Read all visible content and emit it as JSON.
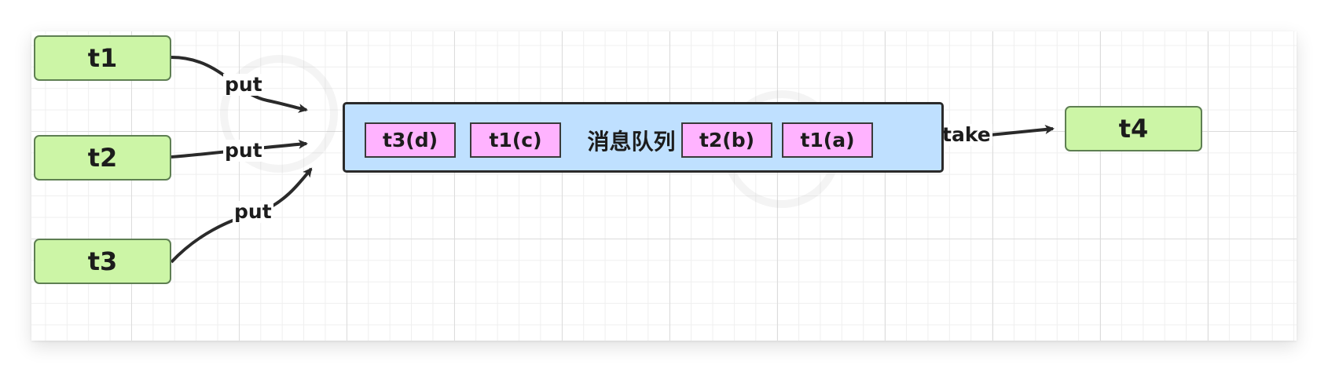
{
  "producers": [
    {
      "label": "t1"
    },
    {
      "label": "t2"
    },
    {
      "label": "t3"
    }
  ],
  "consumer": {
    "label": "t4"
  },
  "queue": {
    "label": "消息队列",
    "messages": [
      "t3(d)",
      "t1(c)",
      "t2(b)",
      "t1(a)"
    ]
  },
  "edges": {
    "put_label": "put",
    "take_label": "take"
  },
  "colors": {
    "thread_fill": "#ccf5a6",
    "queue_fill": "#bfe0ff",
    "message_fill": "#ffb3ff"
  }
}
